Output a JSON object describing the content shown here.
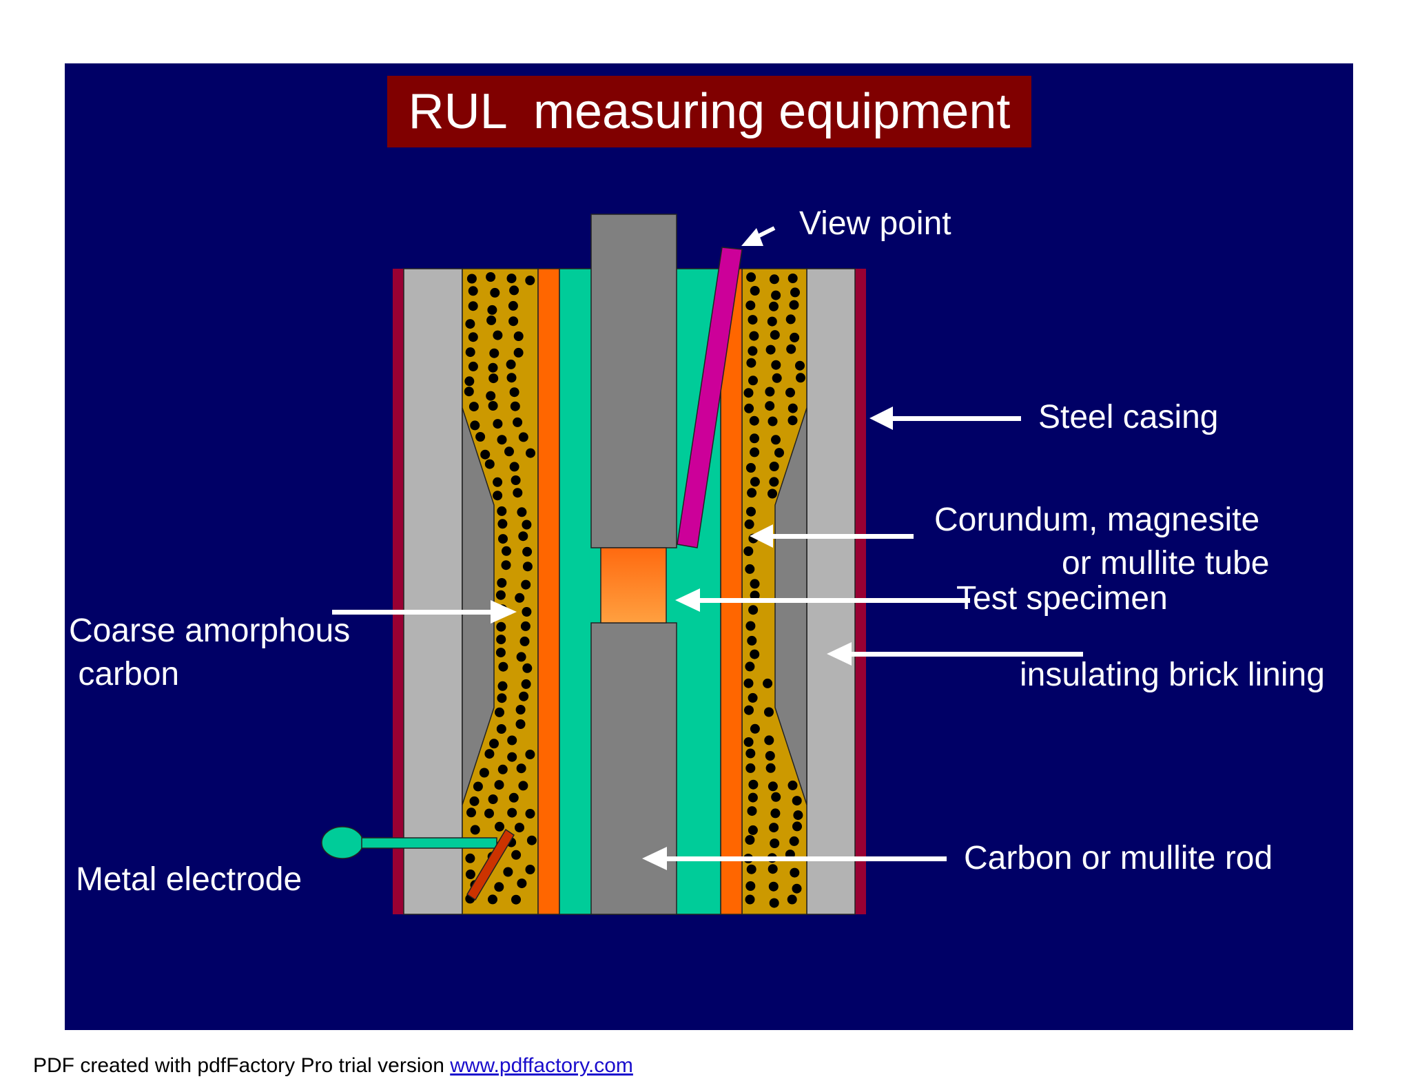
{
  "slide": {
    "title": "RUL  measuring equipment",
    "background_color": "#000066",
    "title_bg_color": "#800000"
  },
  "labels": {
    "view_point": "View point",
    "steel_casing": "Steel casing",
    "corundum_line1": "Corundum, magnesite",
    "corundum_line2": "or mullite tube",
    "test_specimen": "Test specimen",
    "insulating_brick": "insulating brick lining",
    "coarse_carbon_line1": "Coarse amorphous",
    "coarse_carbon_line2": " carbon",
    "carbon_rod": "Carbon or mullite rod",
    "metal_electrode": "Metal electrode"
  },
  "colors": {
    "steel": "#990033",
    "brick": "#b3b3b3",
    "dark_gray": "#808080",
    "carbon_fill": "#cc9900",
    "tube": "#ff6600",
    "chamber": "#00cc99",
    "specimen": "#ff8a26",
    "view_rod": "#cc0099",
    "electrode": "#cc3300"
  },
  "footer": {
    "prefix": "PDF created with pdfFactory Pro trial version ",
    "link": "www.pdffactory.com"
  }
}
